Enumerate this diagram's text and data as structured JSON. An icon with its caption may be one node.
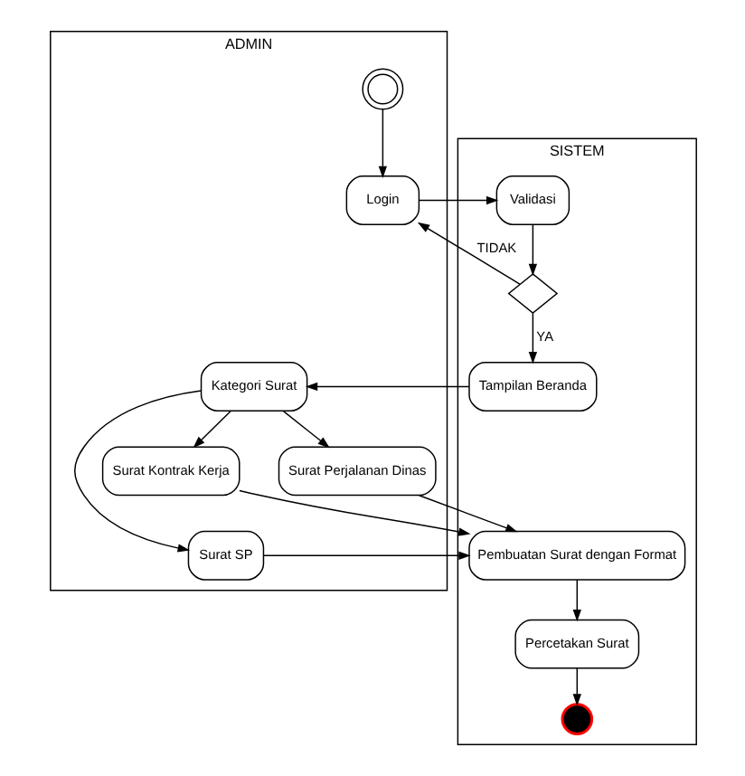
{
  "diagram": {
    "nodes": [
      {
        "text": [
          "ADMIN"
        ]
      },
      {
        "text": [
          "SISTEM"
        ]
      },
      {
        "text": [],
        "shape": "circle",
        "in": 0
      },
      {
        "text": [
          "Login"
        ],
        "in": 0
      },
      {
        "text": [
          "Validasi"
        ],
        "in": 1
      },
      {
        "text": [],
        "shape": "diamond",
        "in": 1
      },
      {
        "text": [
          "Tampilan Beranda"
        ],
        "in": 1
      },
      {
        "text": [
          "Kategori Surat"
        ],
        "in": 0
      },
      {
        "text": [
          "Surat Kontrak Kerja"
        ],
        "in": 0
      },
      {
        "text": [
          "Surat SP"
        ],
        "in": 0
      },
      {
        "text": [
          "Surat Perjalanan Dinas"
        ],
        "in": 0
      },
      {
        "text": [
          "Pembuatan Surat dengan Format"
        ],
        "in": 1
      },
      {
        "text": [
          "Percetakan Surat"
        ],
        "in": 1
      },
      {
        "text": [],
        "shape": "circle",
        "in": 1
      }
    ],
    "edges": [
      {
        "from": 2,
        "to": 3,
        "arrow": "to"
      },
      {
        "from": 3,
        "to": 4,
        "arrow": "to"
      },
      {
        "from": 4,
        "to": 5,
        "arrow": "to"
      },
      {
        "from": 5,
        "to": 3,
        "arrow": "to",
        "label": "TIDAK"
      },
      {
        "from": 5,
        "to": 6,
        "arrow": "to",
        "label": "YA"
      },
      {
        "from": 6,
        "to": 7,
        "arrow": "to"
      },
      {
        "from": 7,
        "to": 8,
        "arrow": "to"
      },
      {
        "from": 7,
        "to": 9,
        "arrow": "to"
      },
      {
        "from": 7,
        "to": 10,
        "arrow": "to"
      },
      {
        "from": 8,
        "to": 11,
        "arrow": "to"
      },
      {
        "from": 9,
        "to": 11,
        "arrow": "to"
      },
      {
        "from": 10,
        "to": 11,
        "arrow": "to"
      },
      {
        "from": 11,
        "to": 12,
        "arrow": "to"
      },
      {
        "from": 12,
        "to": 13,
        "arrow": "to"
      }
    ]
  }
}
